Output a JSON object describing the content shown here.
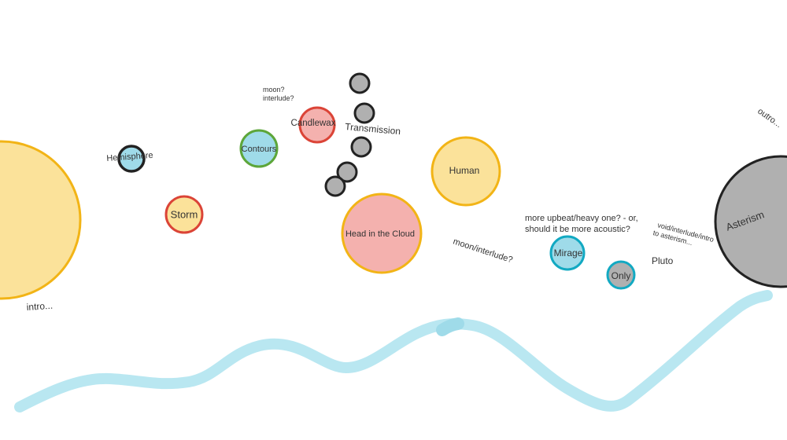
{
  "colors": {
    "yellow_fill": "#fbe29a",
    "yellow_stroke": "#f2b416",
    "red_fill": "#f4b1ae",
    "red_stroke": "#db4437",
    "cyan_fill": "#9fdbe9",
    "cyan_stroke": "#12a9c2",
    "gray_fill": "#b0b0b0",
    "dark_stroke": "#222222",
    "green_stroke": "#5da63a",
    "wave": "#b9e7f1"
  },
  "circles": {
    "sun": "",
    "hemisphere": "Hemisphere",
    "storm": "Storm",
    "contours": "Contours",
    "candlewax": "Candlewax",
    "head_in_the_cloud": "Head in the Cloud",
    "human": "Human",
    "mirage": "Mirage",
    "only": "Only",
    "asterism": "Asterism"
  },
  "notes": {
    "intro": "intro...",
    "moon_interlude_q": [
      "moon?",
      "interlude?"
    ],
    "transmission": "Transmission",
    "moon_interlude": "moon/interlude?",
    "upbeat": [
      "more upbeat/heavy one? - or,",
      "should it be more acoustic?"
    ],
    "pluto": "Pluto",
    "void_intro": [
      "void/interlude/intro",
      "to asterism..."
    ],
    "outro": "outro..."
  }
}
